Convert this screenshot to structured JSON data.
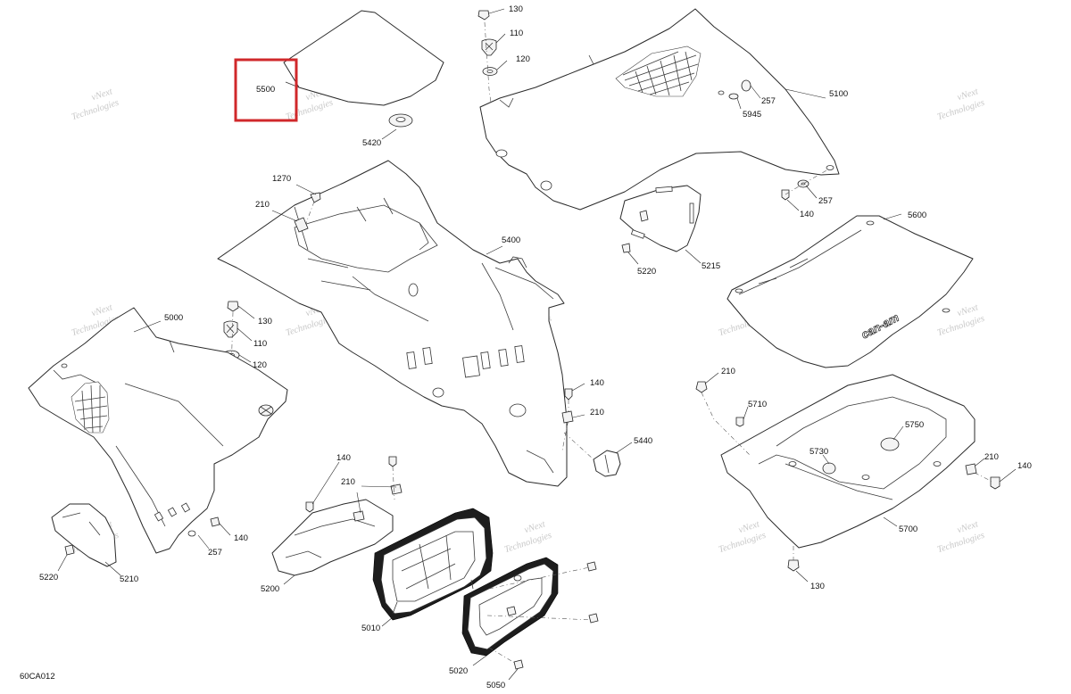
{
  "diagram_code": "60CA012",
  "highlighted_part": "5500",
  "brand_logo": "can-am",
  "watermark": [
    "vNext",
    "Technologies"
  ],
  "highlight_color": "#d0282b",
  "parts": {
    "p5500": "5500",
    "p5420": "5420",
    "p130a": "130",
    "p110a": "110",
    "p120a": "120",
    "p257a": "257",
    "p5945": "5945",
    "p5100": "5100",
    "p257b": "257",
    "p140a": "140",
    "p1270": "1270",
    "p210a": "210",
    "p5400": "5400",
    "p5220a": "5220",
    "p5215": "5215",
    "p5600": "5600",
    "p130b": "130",
    "p110b": "110",
    "p120b": "120",
    "p5000": "5000",
    "p140b": "140",
    "p210b": "210",
    "p5440": "5440",
    "p210c": "210",
    "p5710": "5710",
    "p5750": "5750",
    "p5730": "5730",
    "p210d": "210",
    "p140c": "140",
    "p5700": "5700",
    "p130c": "130",
    "p140d": "140",
    "p210e": "210",
    "p5200": "5200",
    "p5220b": "5220",
    "p5210": "5210",
    "p257c": "257",
    "p140e": "140",
    "p5010": "5010",
    "p5020": "5020",
    "p5050": "5050"
  }
}
